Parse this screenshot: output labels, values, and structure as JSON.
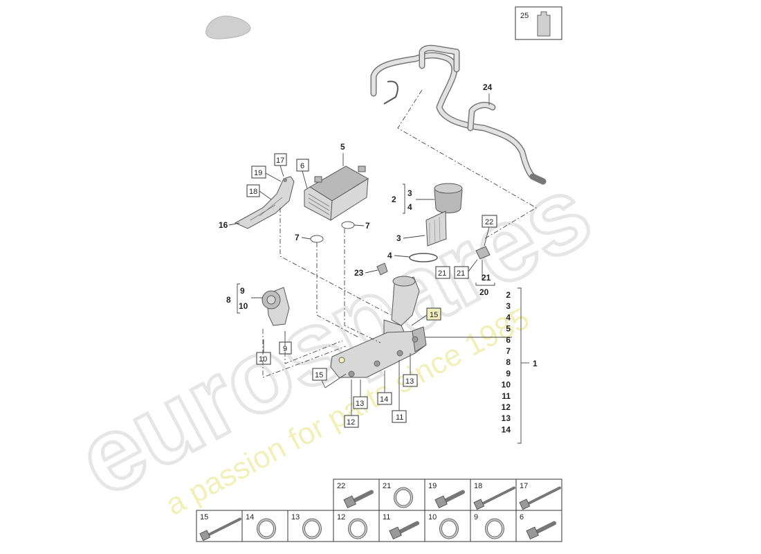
{
  "watermark": {
    "brand": "eurospares",
    "tagline": "a passion for parts since 1985"
  },
  "callouts": {
    "c24": "24",
    "c25": "25",
    "c5": "5",
    "c6": "6",
    "c17": "17",
    "c19": "19",
    "c18": "18",
    "c16": "16",
    "c2": "2",
    "c3a": "3",
    "c4a": "4",
    "c3b": "3",
    "c4b": "4",
    "c7a": "7",
    "c7b": "7",
    "c22": "22",
    "c21a": "21",
    "c21b": "21",
    "c21c": "21",
    "c20": "20",
    "c23": "23",
    "c8": "8",
    "c9a": "9",
    "c10a": "10",
    "c9b": "9",
    "c10b": "10",
    "c15a": "15",
    "c15b": "15",
    "c13a": "13",
    "c13b": "13",
    "c14": "14",
    "c11": "11",
    "c12": "12",
    "c1": "1"
  },
  "group1_items": [
    "2",
    "3",
    "4",
    "5",
    "6",
    "7",
    "8",
    "9",
    "10",
    "11",
    "12",
    "13",
    "14"
  ],
  "legend_top": [
    {
      "num": "22",
      "icon": "bolt-icon"
    },
    {
      "num": "21",
      "icon": "seal-ring-icon"
    },
    {
      "num": "19",
      "icon": "bolt-icon"
    },
    {
      "num": "18",
      "icon": "long-bolt-icon"
    },
    {
      "num": "17",
      "icon": "long-bolt-icon"
    }
  ],
  "legend_bottom": [
    {
      "num": "15",
      "icon": "long-bolt-icon"
    },
    {
      "num": "14",
      "icon": "seal-ring-icon"
    },
    {
      "num": "13",
      "icon": "seal-ring-icon"
    },
    {
      "num": "12",
      "icon": "seal-ring-icon"
    },
    {
      "num": "11",
      "icon": "bolt-icon"
    },
    {
      "num": "10",
      "icon": "seal-ring-icon"
    },
    {
      "num": "9",
      "icon": "seal-ring-icon"
    },
    {
      "num": "6",
      "icon": "bolt-icon"
    }
  ]
}
